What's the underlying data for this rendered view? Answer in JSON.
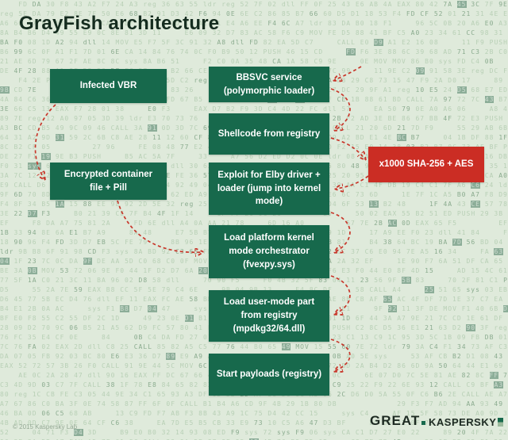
{
  "title": "GrayFish architecture",
  "colors": {
    "background": "#dfeadb",
    "box_green": "#17694c",
    "box_red": "#cb2d24",
    "arrow_red": "#c8372b",
    "title_text": "#152c1f"
  },
  "diagram": {
    "type": "flowchart",
    "nodes": {
      "infected_vbr": {
        "label": "Infected VBR"
      },
      "encrypted_container": {
        "label": "Encrypted container file + Pill"
      },
      "bbsvc": {
        "label": "BBSVC service (polymorphic loader)"
      },
      "shellcode": {
        "label": "Shellcode from registry"
      },
      "exploit": {
        "label": "Exploit for Elby driver + loader (jump into kernel mode)"
      },
      "orchestrator": {
        "label": "Load platform kernel mode orchestrator (fvexpy.sys)"
      },
      "usermode": {
        "label": "Load user-mode part from registry (mpdkg32/64.dll)"
      },
      "payloads": {
        "label": "Start payloads (registry)"
      },
      "sha": {
        "label": "x1000 SHA-256 + AES"
      }
    },
    "edges": [
      {
        "from": "infected_vbr",
        "to": "encrypted_container"
      },
      {
        "from": "encrypted_container",
        "to": "orchestrator"
      },
      {
        "from": "bbsvc",
        "to": "shellcode"
      },
      {
        "from": "shellcode",
        "to": "sha"
      },
      {
        "from": "sha",
        "to": "exploit"
      },
      {
        "from": "exploit",
        "to": "orchestrator"
      },
      {
        "from": "orchestrator",
        "to": "usermode"
      },
      {
        "from": "usermode",
        "to": "payloads"
      }
    ]
  },
  "footer": {
    "copyright": "© 2015 Kaspersky Lab",
    "great": "GREAT",
    "kaspersky": "KASPERSKY"
  }
}
